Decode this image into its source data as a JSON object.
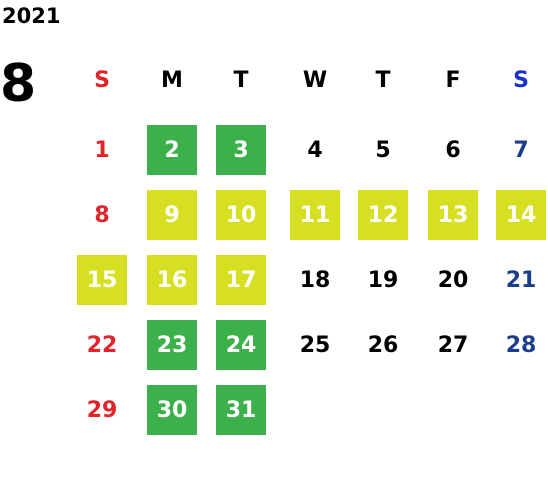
{
  "year": "2021",
  "month": "8",
  "weekdays": [
    {
      "label": "S",
      "color": "#e0242a"
    },
    {
      "label": "M",
      "color": "#000000"
    },
    {
      "label": "T",
      "color": "#000000"
    },
    {
      "label": "W",
      "color": "#000000"
    },
    {
      "label": "T",
      "color": "#000000"
    },
    {
      "label": "F",
      "color": "#000000"
    },
    {
      "label": "S",
      "color": "#1a2fd0"
    }
  ],
  "highlight_colors": {
    "green": "#3cb04a",
    "yellow": "#d7df23"
  },
  "weeks": [
    [
      {
        "day": "1",
        "style": "red"
      },
      {
        "day": "2",
        "style": "green"
      },
      {
        "day": "3",
        "style": "green"
      },
      {
        "day": "4",
        "style": "black"
      },
      {
        "day": "5",
        "style": "black"
      },
      {
        "day": "6",
        "style": "black"
      },
      {
        "day": "7",
        "style": "blue"
      }
    ],
    [
      {
        "day": "8",
        "style": "red"
      },
      {
        "day": "9",
        "style": "yellow"
      },
      {
        "day": "10",
        "style": "yellow"
      },
      {
        "day": "11",
        "style": "yellow"
      },
      {
        "day": "12",
        "style": "yellow"
      },
      {
        "day": "13",
        "style": "yellow"
      },
      {
        "day": "14",
        "style": "yellow"
      }
    ],
    [
      {
        "day": "15",
        "style": "yellow"
      },
      {
        "day": "16",
        "style": "yellow"
      },
      {
        "day": "17",
        "style": "yellow"
      },
      {
        "day": "18",
        "style": "black"
      },
      {
        "day": "19",
        "style": "black"
      },
      {
        "day": "20",
        "style": "black"
      },
      {
        "day": "21",
        "style": "blue"
      }
    ],
    [
      {
        "day": "22",
        "style": "red"
      },
      {
        "day": "23",
        "style": "green"
      },
      {
        "day": "24",
        "style": "green"
      },
      {
        "day": "25",
        "style": "black"
      },
      {
        "day": "26",
        "style": "black"
      },
      {
        "day": "27",
        "style": "black"
      },
      {
        "day": "28",
        "style": "blue"
      }
    ],
    [
      {
        "day": "29",
        "style": "red"
      },
      {
        "day": "30",
        "style": "green"
      },
      {
        "day": "31",
        "style": "green"
      }
    ]
  ]
}
